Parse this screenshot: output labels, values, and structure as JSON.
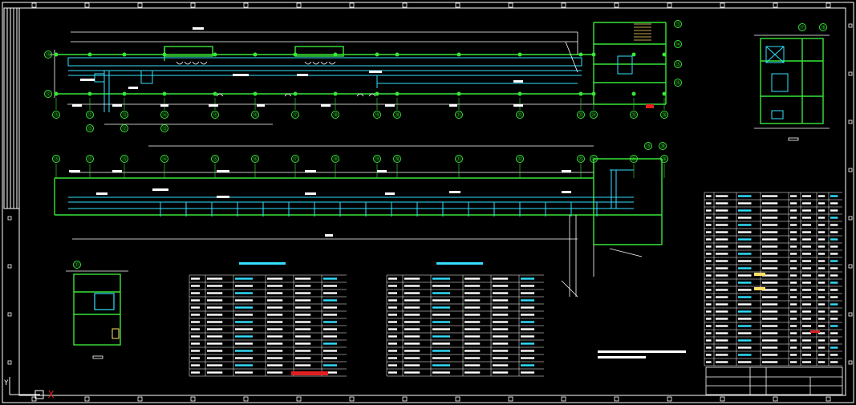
{
  "drawing": {
    "background": "#000000",
    "colors": {
      "frame": "#ffffff",
      "structure": "#39e639",
      "duct": "#33e0ff",
      "note": "#ffffff",
      "accent_yellow": "#ffe066",
      "accent_red": "#e02020"
    },
    "axis_labels_plan": [
      "⑮",
      "⑫",
      "⑬",
      "⑭",
      "⑮",
      "⑯",
      "⑰",
      "⑱",
      "⑲",
      "⑳",
      "㉑",
      "㉒",
      "㉓",
      "㉔",
      "㉕",
      "㉖"
    ],
    "ucs_icon": {
      "x_label": "X",
      "y_label": "Y"
    }
  }
}
